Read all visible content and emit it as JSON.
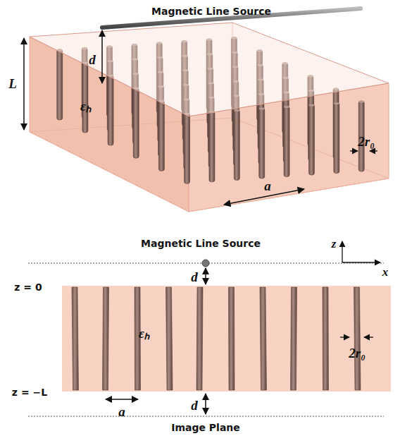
{
  "diagram": {
    "labels": [
      "Magnetic Line Source",
      "L",
      "d",
      "εₕ",
      "2r₀",
      "a",
      "Magnetic Line Source",
      "z",
      "d",
      "z = 0",
      "x",
      "εₕ",
      "2r₀",
      "z = −L",
      "a",
      "d",
      "Image Plane"
    ]
  }
}
